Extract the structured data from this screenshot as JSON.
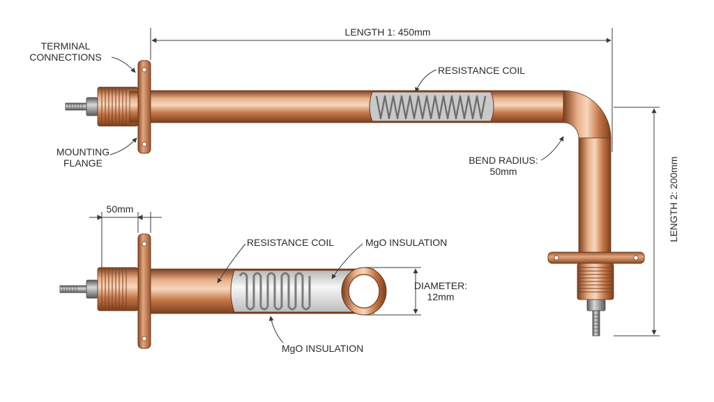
{
  "colors": {
    "copper_dark": "#8a4a26",
    "copper_mid": "#c7794a",
    "copper_light": "#f2c7a6",
    "coil": "#8c8c8c",
    "mgo": "#e8e8e8",
    "steel": "#9a9a9a",
    "line": "#3a3a3a"
  },
  "labels": {
    "terminal_connections": [
      "TERMINAL",
      "CONNECTIONS"
    ],
    "length_1": "LENGTH 1: 450mm",
    "resistance_coil_top": "RESISTANCE COIL",
    "mounting_flange": [
      "MOUNTING",
      "FLANGE"
    ],
    "bend_radius": [
      "BEND RADIUS:",
      "50mm"
    ],
    "length_2": "LENGTH 2: 200mm",
    "dim_50mm": "50mm",
    "resistance_coil_bottom": "RESISTANCE COIL",
    "mgo_insulation_top": "MgO INSULATION",
    "diameter": [
      "DIAMETER:",
      "12mm"
    ],
    "mgo_insulation_bottom": "MgO INSULATION"
  }
}
